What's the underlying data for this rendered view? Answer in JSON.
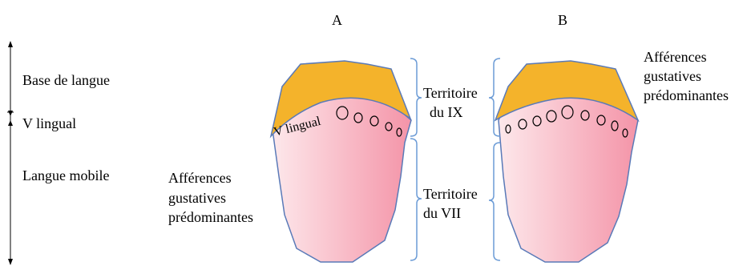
{
  "panels": {
    "a": "A",
    "b": "B"
  },
  "left_labels": {
    "base": "Base de langue",
    "v_lingual": "V lingual",
    "mobile": "Langue mobile"
  },
  "middle_labels": {
    "territoire_ix": [
      "Territoire",
      "du IX"
    ],
    "territoire_vii": [
      "Territoire",
      "du VII"
    ]
  },
  "afferences_a": [
    "Afférences",
    "gustatives",
    "prédominantes"
  ],
  "afferences_b": [
    "Afférences",
    "gustatives",
    "prédominantes"
  ],
  "tongue_a_label": "V lingual",
  "colors": {
    "tongue_fill_light": "#fbe3e6",
    "tongue_fill_dark": "#f6a1b0",
    "base_fill": "#f4b32b",
    "outline": "#5a7ab8",
    "brace": "#6b9bd6"
  }
}
